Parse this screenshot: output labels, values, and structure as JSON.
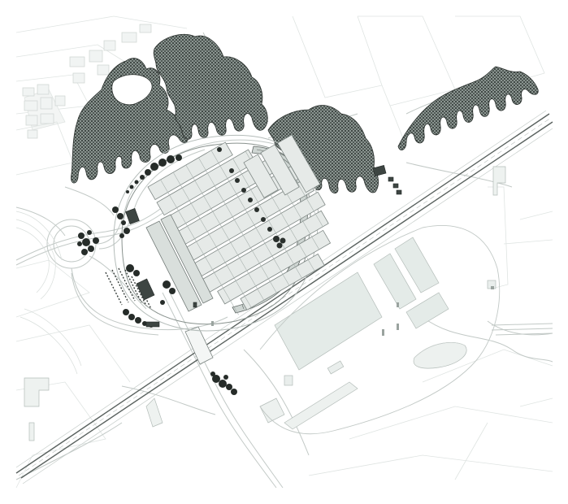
{
  "colors": {
    "background": "#ffffff",
    "road_line": "#c9cfcd",
    "road_line_light": "#dde2e0",
    "highway": "#6c7470",
    "building_fill": "#dfe6e3",
    "building_stroke": "#a9b2ae",
    "greenhouse_fill": "#e4e8e6",
    "greenhouse_stroke": "#8d9693",
    "forest_fill": "#7f8a86",
    "forest_stroke": "#2f3633",
    "tree_dark": "#232826",
    "industrial_fill": "#e6ece9"
  },
  "layers": [
    "background-fields",
    "roads",
    "highway",
    "forest-belts",
    "greenhouse-complex",
    "industrial-zone",
    "parking",
    "tree-clusters"
  ]
}
